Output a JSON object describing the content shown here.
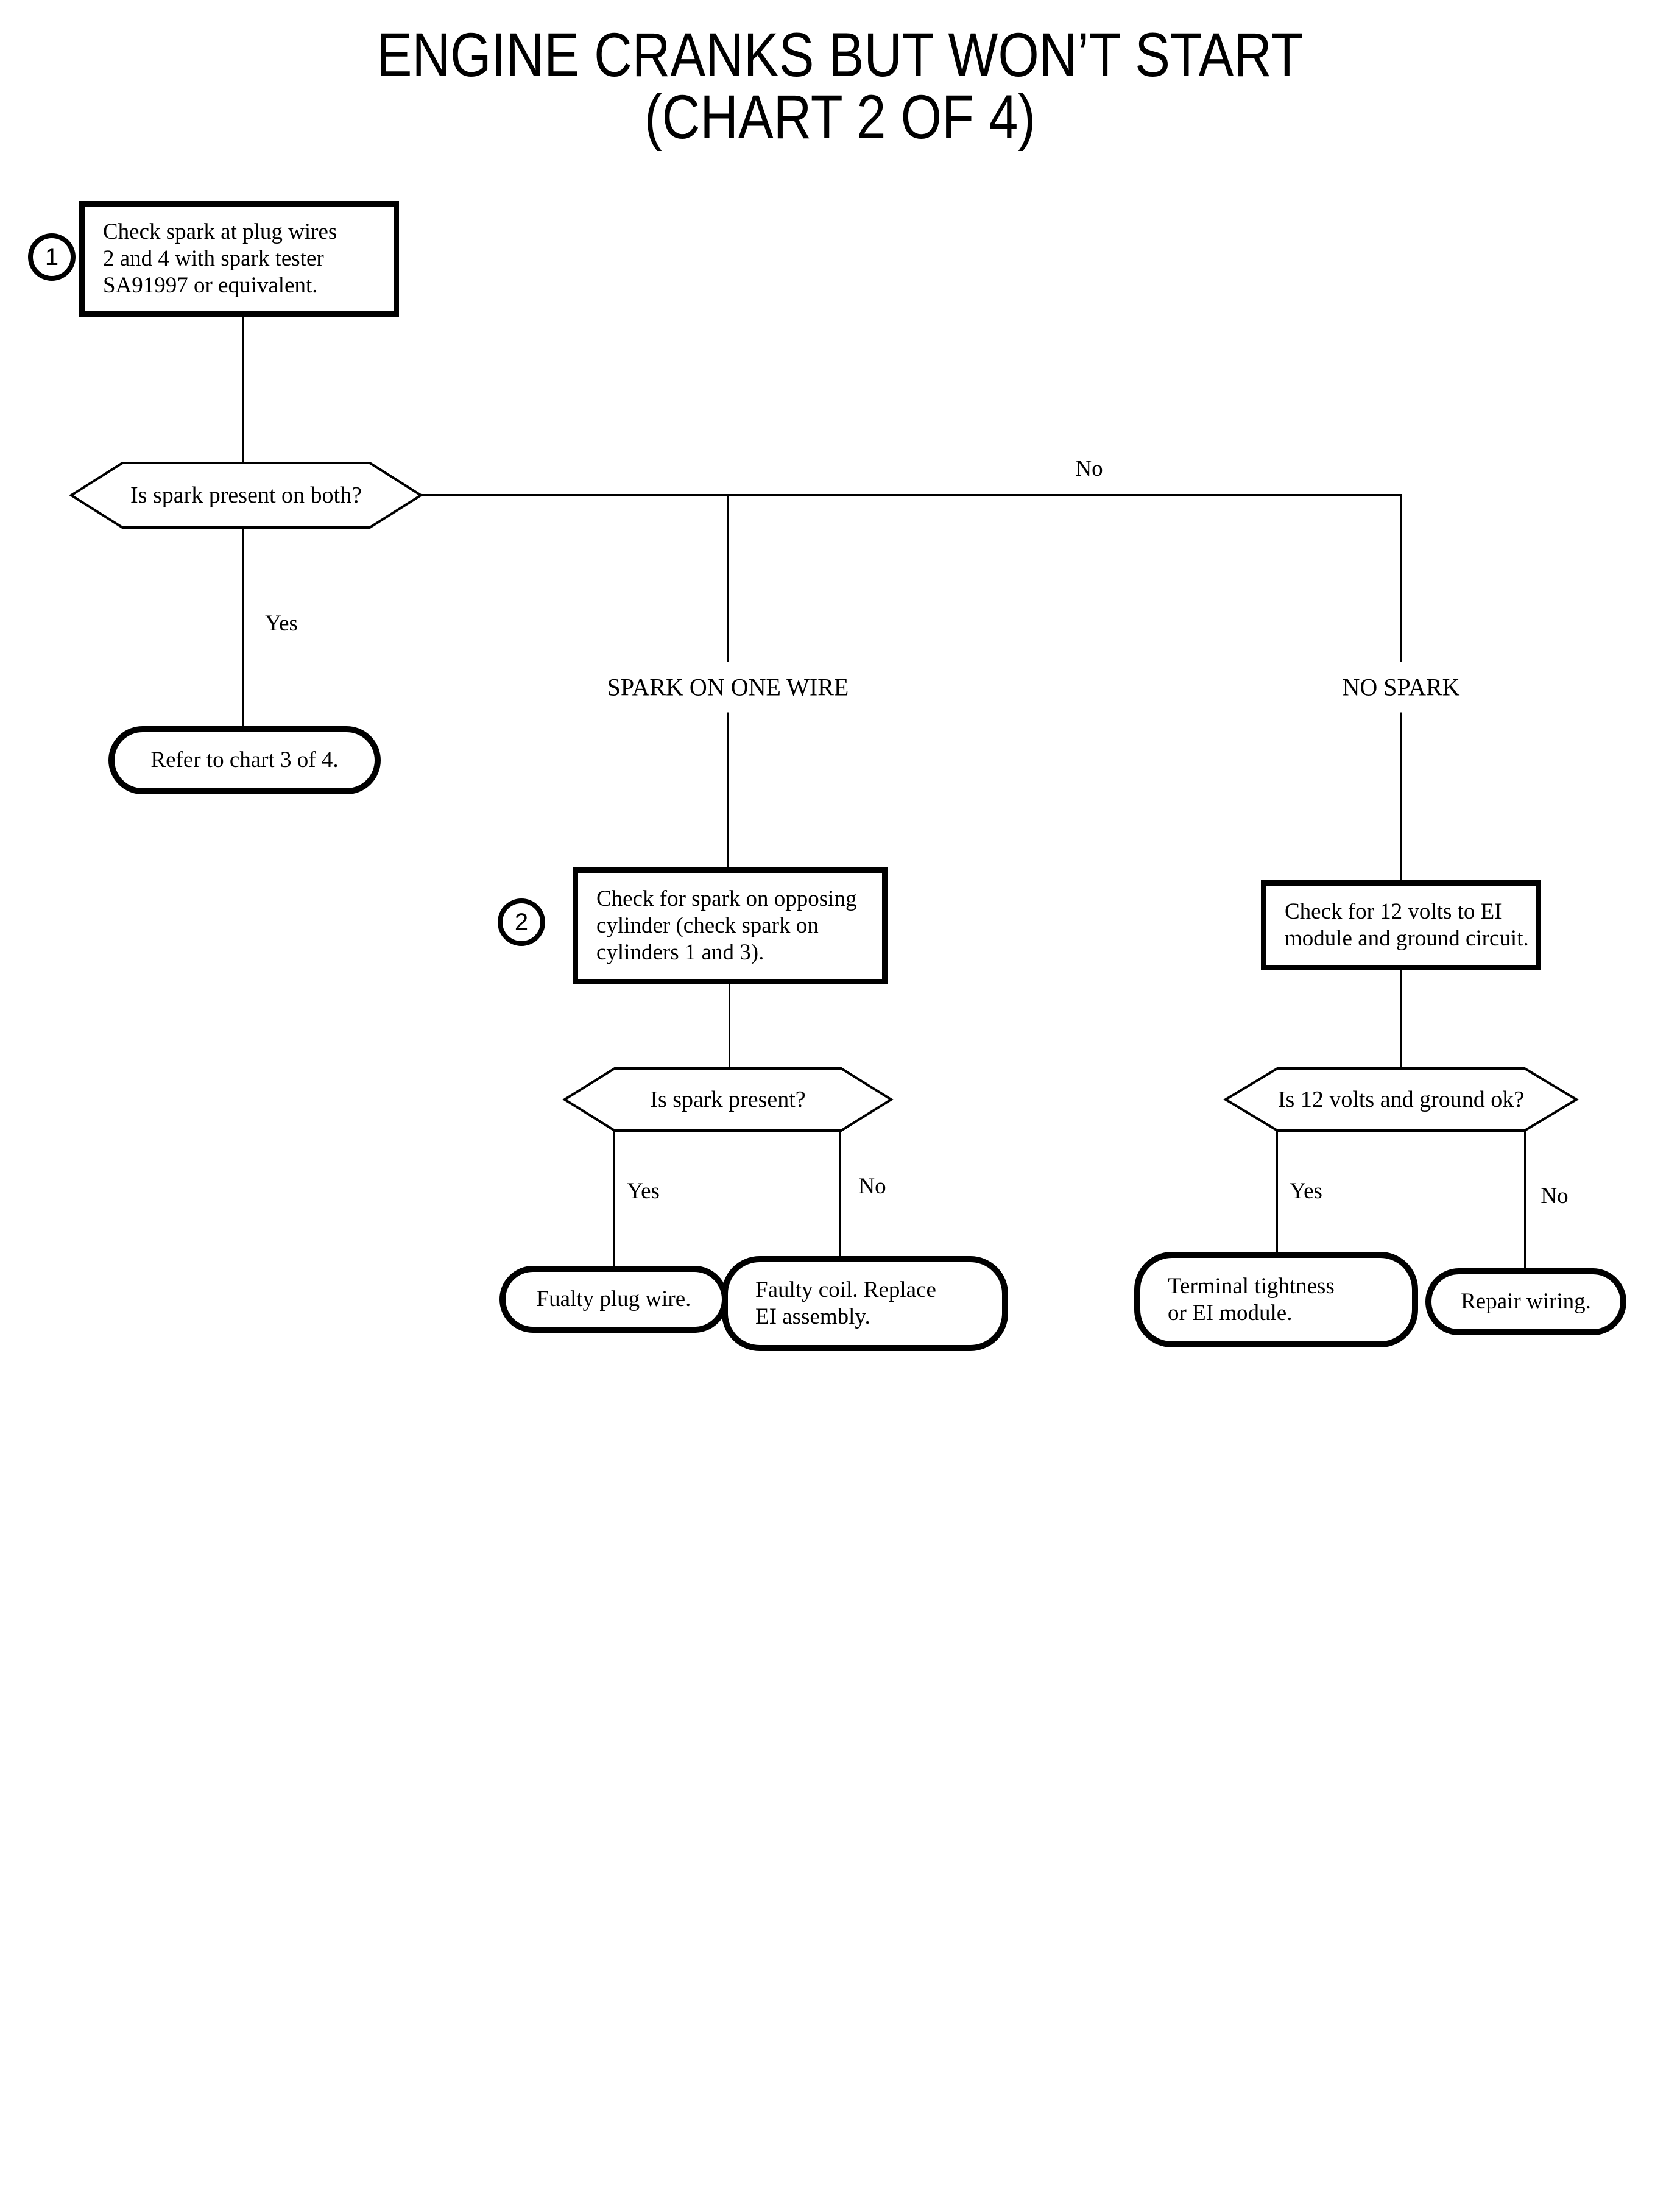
{
  "title": {
    "line1": "ENGINE CRANKS BUT WON’T START",
    "line2": "(CHART 2 OF 4)"
  },
  "badges": {
    "step1": "1",
    "step2": "2"
  },
  "nodes": {
    "check_plug_wires": {
      "lines": [
        "Check spark at plug wires",
        "2 and 4 with spark tester",
        "SA91997 or equivalent."
      ]
    },
    "is_spark_both": "Is spark present on both?",
    "refer_chart": "Refer to chart 3 of 4.",
    "check_opposing": {
      "lines": [
        "Check for spark on opposing",
        "cylinder (check spark on",
        "cylinders 1 and 3)."
      ]
    },
    "check_12_volts": {
      "lines": [
        "Check for 12 volts to EI",
        "module and ground circuit."
      ]
    },
    "is_spark_present": "Is spark present?",
    "is_12v_ground_ok": "Is 12 volts and ground ok?",
    "fualty_plug_wire": "Fualty plug wire.",
    "faulty_coil": {
      "lines": [
        "Faulty coil. Replace",
        "EI assembly."
      ]
    },
    "terminal_tightness": {
      "lines": [
        "Terminal tightness",
        "or EI module."
      ]
    },
    "repair_wiring": "Repair wiring."
  },
  "branches": {
    "spark_one_wire": "SPARK ON ONE WIRE",
    "no_spark": "NO SPARK"
  },
  "edge_labels": {
    "spark_both_yes": "Yes",
    "spark_both_no": "No",
    "spark_present_yes": "Yes",
    "spark_present_no": "No",
    "volts_ok_yes": "Yes",
    "volts_ok_no": "No"
  },
  "colors": {
    "ink": "#000000",
    "paper": "#ffffff"
  }
}
